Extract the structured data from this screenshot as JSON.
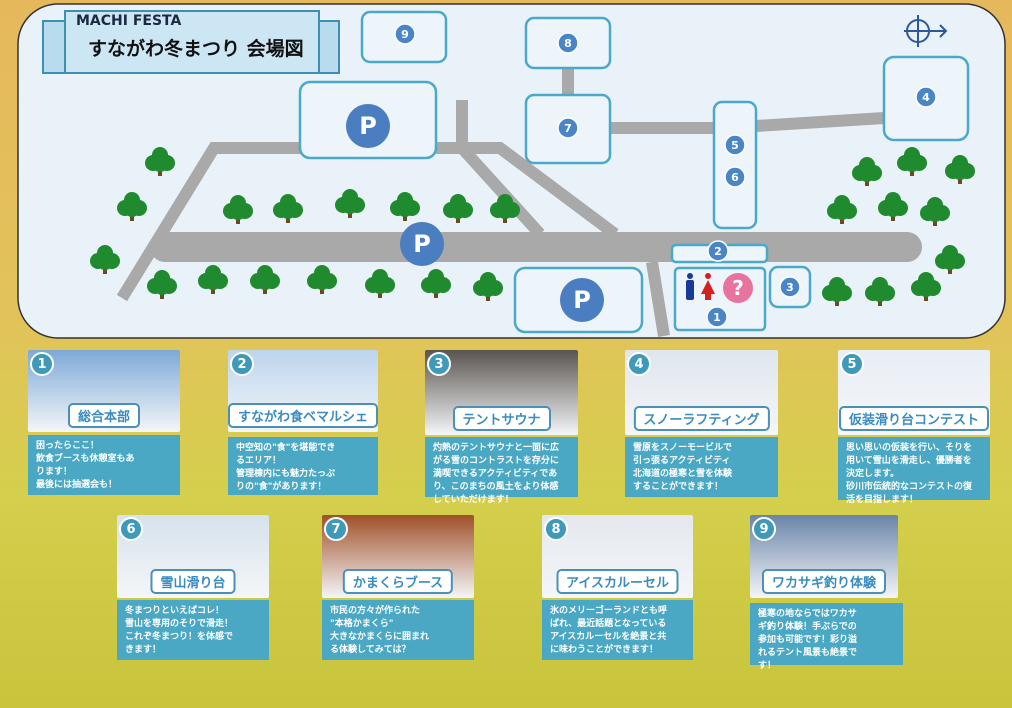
{
  "header": {
    "subtitle": "MACHI FESTA",
    "title": "すながわ冬まつり 会場図"
  },
  "map": {
    "parking_label": "P",
    "markers": [
      "1",
      "2",
      "3",
      "4",
      "5",
      "6",
      "7",
      "8",
      "9"
    ],
    "help_icon": "?",
    "icons": [
      "compass-icon",
      "restroom-icon",
      "info-icon",
      "tree-icon",
      "parking-icon"
    ]
  },
  "colors": {
    "map_bg": "#e9f2f8",
    "road": "#a9a9a9",
    "marker": "#4a86c5",
    "box_border": "#4aa8c8",
    "tree": "#1f8a2e",
    "card_desc": "#4aa8c4"
  },
  "cards": [
    {
      "num": "1",
      "label": "総合本部",
      "desc": "困ったらここ！\n飲食ブースも休憩室もあ\nります！\n最後には抽選会も！",
      "img": "#7da9d8"
    },
    {
      "num": "2",
      "label": "すながわ食ベマルシェ",
      "desc": "中空知の\"食\"を堪能でき\nるエリア！\n管理棟内にも魅力たっぷ\nりの\"食\"があります！",
      "img": "#bcd4ee"
    },
    {
      "num": "3",
      "label": "テントサウナ",
      "desc": "灼熱のテントサウナと一面に広\nがる雪のコントラストを存分に\n満喫できるアクティビティであ\nり、このまちの風土をより体感\nしていただけます！",
      "img": "#5a5450"
    },
    {
      "num": "4",
      "label": "スノーラフティング",
      "desc": "雪原をスノーモービルで\n引っ張るアクティビティ\n北海道の極寒と雪を体験\nすることができます！",
      "img": "#dfe6ee"
    },
    {
      "num": "5",
      "label": "仮装滑り台コンテスト",
      "desc": "思い思いの仮装を行い、そりを\n用いて雪山を滑走し、優勝者を\n決定します。\n砂川市伝統的なコンテストの復\n活を目指します！",
      "img": "#e8eef6"
    },
    {
      "num": "6",
      "label": "雪山滑り台",
      "desc": "冬まつりといえばコレ！\n雪山を専用のそりで滑走！\nこれぞ冬まつり！を体感で\nきます！",
      "img": "#d6e2ec"
    },
    {
      "num": "7",
      "label": "かまくらブース",
      "desc": "市民の方々が作られた\n\"本格かまくら\"\n大きなかまくらに囲まれ\nる体験してみては？",
      "img": "#a0502a"
    },
    {
      "num": "8",
      "label": "アイスカルーセル",
      "desc": "氷のメリーゴーランドとも呼\nばれ、最近話題となっている\nアイスカルーセルを絶景と共\nに味わうことができます！",
      "img": "#e4e8ee"
    },
    {
      "num": "9",
      "label": "ワカサギ釣り体験",
      "desc": "極寒の地ならではワカサ\nギ釣り体験！手ぶらでの\n参加も可能です！彩り溢\nれるテント風景も絶景で\nす！",
      "img": "#6a84a8"
    }
  ]
}
